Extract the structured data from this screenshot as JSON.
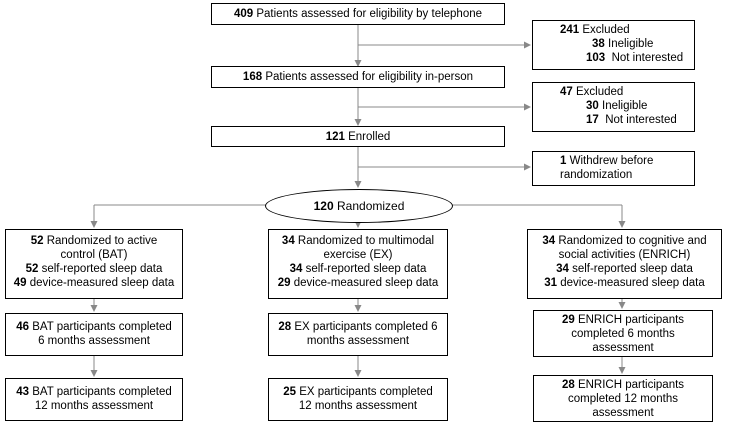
{
  "flow": {
    "telephone": {
      "n": "409",
      "text": "Patients assessed for eligibility by telephone"
    },
    "excluded1": {
      "n": "241",
      "text": "Excluded",
      "ineligible_n": "38",
      "ineligible_text": "Ineligible",
      "notint_n": "103",
      "notint_text": "Not interested"
    },
    "inperson": {
      "n": "168",
      "text": "Patients assessed for eligibility in-person"
    },
    "excluded2": {
      "n": "47",
      "text": "Excluded",
      "ineligible_n": "30",
      "ineligible_text": "Ineligible",
      "notint_n": "17",
      "notint_text": "Not interested"
    },
    "enrolled": {
      "n": "121",
      "text": "Enrolled"
    },
    "withdrew": {
      "n": "1",
      "text1": "Withdrew before",
      "text2": "randomization"
    },
    "randomized": {
      "n": "120",
      "text": "Randomized"
    },
    "arms": [
      {
        "rand_n": "52",
        "rand_l1": "Randomized to active",
        "rand_l2": "control (BAT)",
        "self_n": "52",
        "self_text": "self-reported sleep data",
        "dev_n": "49",
        "dev_text": "device-measured sleep data",
        "m6_n": "46",
        "m6_l1": "BAT participants completed",
        "m6_l2": "6 months assessment",
        "m12_n": "43",
        "m12_l1": "BAT participants completed",
        "m12_l2": "12 months assessment"
      },
      {
        "rand_n": "34",
        "rand_l1": "Randomized to multimodal",
        "rand_l2": "exercise (EX)",
        "self_n": "34",
        "self_text": "self-reported sleep data",
        "dev_n": "29",
        "dev_text": "device-measured sleep data",
        "m6_n": "28",
        "m6_l1": "EX participants completed 6",
        "m6_l2": "months assessment",
        "m12_n": "25",
        "m12_l1": "EX participants completed",
        "m12_l2": "12 months assessment"
      },
      {
        "rand_n": "34",
        "rand_l1": "Randomized to cognitive and",
        "rand_l2": "social activities (ENRICH)",
        "self_n": "34",
        "self_text": "self-reported sleep data",
        "dev_n": "31",
        "dev_text": "device-measured sleep data",
        "m6_n": "29",
        "m6_l1": "ENRICH participants",
        "m6_l2": "completed 6 months",
        "m6_l3": "assessment",
        "m12_n": "28",
        "m12_l1": "ENRICH participants",
        "m12_l2": "completed 12 months",
        "m12_l3": "assessment"
      }
    ]
  }
}
